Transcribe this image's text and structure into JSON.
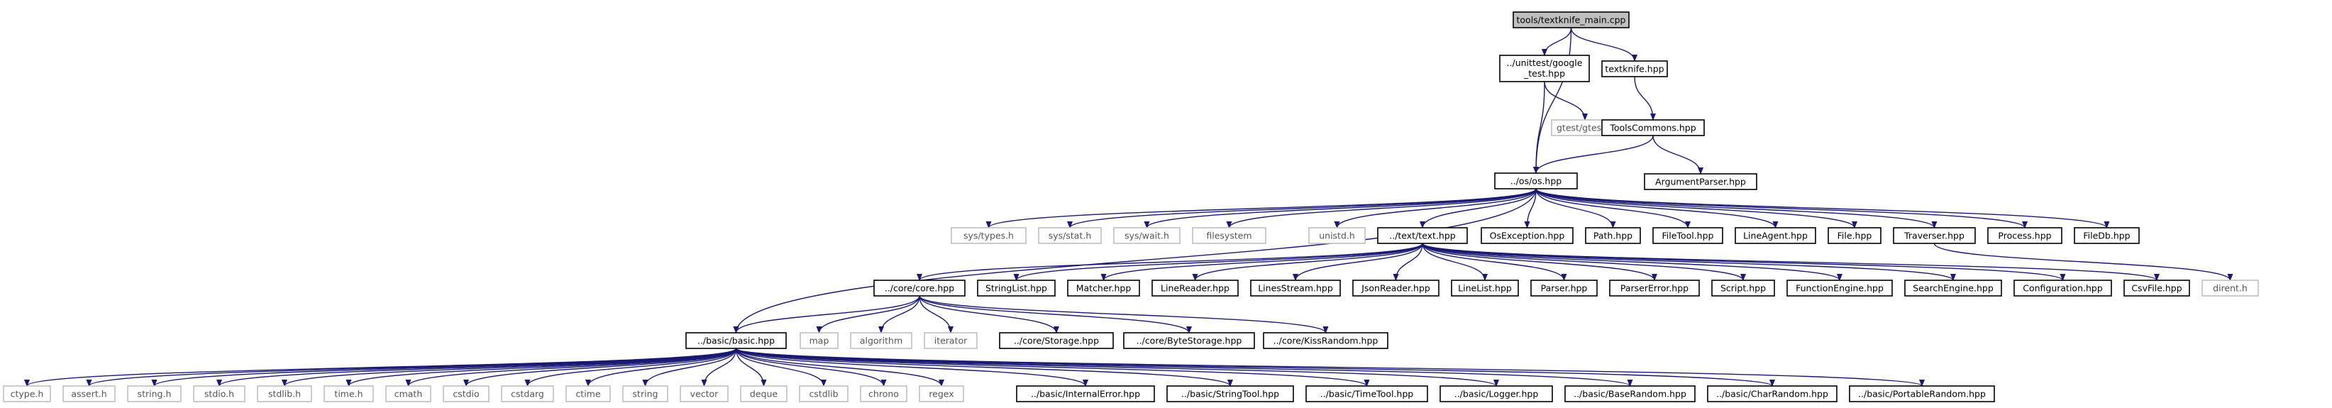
{
  "styles": {
    "root_fill": "#bfbfbf",
    "doc_fill": "#ffffff",
    "doc_stroke": "#000000",
    "ext_stroke": "#bfbfbf",
    "ext_text": "#555555",
    "edge_color": "#191970"
  },
  "nodes": [
    {
      "id": "main",
      "label": "tools/textknife_main.cpp",
      "kind": "root"
    },
    {
      "id": "gtest_hpp",
      "label": "../unittest/google_test.hpp",
      "kind": "doc"
    },
    {
      "id": "textknife",
      "label": "textknife.hpp",
      "kind": "doc"
    },
    {
      "id": "gtest_h",
      "label": "gtest/gtest.h",
      "kind": "ext"
    },
    {
      "id": "toolscommons",
      "label": "ToolsCommons.hpp",
      "kind": "doc"
    },
    {
      "id": "os",
      "label": "../os/os.hpp",
      "kind": "doc"
    },
    {
      "id": "argparser",
      "label": "ArgumentParser.hpp",
      "kind": "doc"
    },
    {
      "id": "sys_types",
      "label": "sys/types.h",
      "kind": "ext"
    },
    {
      "id": "sys_stat",
      "label": "sys/stat.h",
      "kind": "ext"
    },
    {
      "id": "sys_wait",
      "label": "sys/wait.h",
      "kind": "ext"
    },
    {
      "id": "filesystem",
      "label": "filesystem",
      "kind": "ext"
    },
    {
      "id": "unistd",
      "label": "unistd.h",
      "kind": "ext"
    },
    {
      "id": "text",
      "label": "../text/text.hpp",
      "kind": "doc"
    },
    {
      "id": "osexception",
      "label": "OsException.hpp",
      "kind": "doc"
    },
    {
      "id": "path",
      "label": "Path.hpp",
      "kind": "doc"
    },
    {
      "id": "filetool",
      "label": "FileTool.hpp",
      "kind": "doc"
    },
    {
      "id": "lineagent",
      "label": "LineAgent.hpp",
      "kind": "doc"
    },
    {
      "id": "file",
      "label": "File.hpp",
      "kind": "doc"
    },
    {
      "id": "traverser",
      "label": "Traverser.hpp",
      "kind": "doc"
    },
    {
      "id": "process",
      "label": "Process.hpp",
      "kind": "doc"
    },
    {
      "id": "filedb",
      "label": "FileDb.hpp",
      "kind": "doc"
    },
    {
      "id": "core",
      "label": "../core/core.hpp",
      "kind": "doc"
    },
    {
      "id": "stringlist",
      "label": "StringList.hpp",
      "kind": "doc"
    },
    {
      "id": "matcher",
      "label": "Matcher.hpp",
      "kind": "doc"
    },
    {
      "id": "linereader",
      "label": "LineReader.hpp",
      "kind": "doc"
    },
    {
      "id": "linesstream",
      "label": "LinesStream.hpp",
      "kind": "doc"
    },
    {
      "id": "jsonreader",
      "label": "JsonReader.hpp",
      "kind": "doc"
    },
    {
      "id": "linelist",
      "label": "LineList.hpp",
      "kind": "doc"
    },
    {
      "id": "parser",
      "label": "Parser.hpp",
      "kind": "doc"
    },
    {
      "id": "parsererror",
      "label": "ParserError.hpp",
      "kind": "doc"
    },
    {
      "id": "script",
      "label": "Script.hpp",
      "kind": "doc"
    },
    {
      "id": "functionengine",
      "label": "FunctionEngine.hpp",
      "kind": "doc"
    },
    {
      "id": "searchengine",
      "label": "SearchEngine.hpp",
      "kind": "doc"
    },
    {
      "id": "configuration",
      "label": "Configuration.hpp",
      "kind": "doc"
    },
    {
      "id": "csvfile",
      "label": "CsvFile.hpp",
      "kind": "doc"
    },
    {
      "id": "dirent",
      "label": "dirent.h",
      "kind": "ext"
    },
    {
      "id": "basic",
      "label": "../basic/basic.hpp",
      "kind": "doc"
    },
    {
      "id": "map",
      "label": "map",
      "kind": "ext"
    },
    {
      "id": "algorithm",
      "label": "algorithm",
      "kind": "ext"
    },
    {
      "id": "iterator",
      "label": "iterator",
      "kind": "ext"
    },
    {
      "id": "storage",
      "label": "../core/Storage.hpp",
      "kind": "doc"
    },
    {
      "id": "bytestorage",
      "label": "../core/ByteStorage.hpp",
      "kind": "doc"
    },
    {
      "id": "kissrandom",
      "label": "../core/KissRandom.hpp",
      "kind": "doc"
    },
    {
      "id": "ctype",
      "label": "ctype.h",
      "kind": "ext"
    },
    {
      "id": "assert",
      "label": "assert.h",
      "kind": "ext"
    },
    {
      "id": "string_h",
      "label": "string.h",
      "kind": "ext"
    },
    {
      "id": "stdio",
      "label": "stdio.h",
      "kind": "ext"
    },
    {
      "id": "stdlib",
      "label": "stdlib.h",
      "kind": "ext"
    },
    {
      "id": "time_h",
      "label": "time.h",
      "kind": "ext"
    },
    {
      "id": "cmath",
      "label": "cmath",
      "kind": "ext"
    },
    {
      "id": "cstdio",
      "label": "cstdio",
      "kind": "ext"
    },
    {
      "id": "cstdarg",
      "label": "cstdarg",
      "kind": "ext"
    },
    {
      "id": "ctime",
      "label": "ctime",
      "kind": "ext"
    },
    {
      "id": "string",
      "label": "string",
      "kind": "ext"
    },
    {
      "id": "vector",
      "label": "vector",
      "kind": "ext"
    },
    {
      "id": "deque",
      "label": "deque",
      "kind": "ext"
    },
    {
      "id": "cstdlib",
      "label": "cstdlib",
      "kind": "ext"
    },
    {
      "id": "chrono",
      "label": "chrono",
      "kind": "ext"
    },
    {
      "id": "regex",
      "label": "regex",
      "kind": "ext"
    },
    {
      "id": "internalerror",
      "label": "../basic/InternalError.hpp",
      "kind": "doc"
    },
    {
      "id": "stringtool",
      "label": "../basic/StringTool.hpp",
      "kind": "doc"
    },
    {
      "id": "timetool",
      "label": "../basic/TimeTool.hpp",
      "kind": "doc"
    },
    {
      "id": "logger",
      "label": "../basic/Logger.hpp",
      "kind": "doc"
    },
    {
      "id": "baserandom",
      "label": "../basic/BaseRandom.hpp",
      "kind": "doc"
    },
    {
      "id": "charrandom",
      "label": "../basic/CharRandom.hpp",
      "kind": "doc"
    },
    {
      "id": "portablerandom",
      "label": "../basic/PortableRandom.hpp",
      "kind": "doc"
    }
  ],
  "edges": [
    [
      "main",
      "gtest_hpp"
    ],
    [
      "main",
      "textknife"
    ],
    [
      "main",
      "os"
    ],
    [
      "gtest_hpp",
      "gtest_h"
    ],
    [
      "gtest_hpp",
      "os"
    ],
    [
      "textknife",
      "toolscommons"
    ],
    [
      "toolscommons",
      "os"
    ],
    [
      "toolscommons",
      "argparser"
    ],
    [
      "os",
      "sys_types"
    ],
    [
      "os",
      "sys_stat"
    ],
    [
      "os",
      "sys_wait"
    ],
    [
      "os",
      "filesystem"
    ],
    [
      "os",
      "unistd"
    ],
    [
      "os",
      "text"
    ],
    [
      "os",
      "osexception"
    ],
    [
      "os",
      "path"
    ],
    [
      "os",
      "filetool"
    ],
    [
      "os",
      "lineagent"
    ],
    [
      "os",
      "file"
    ],
    [
      "os",
      "traverser"
    ],
    [
      "os",
      "process"
    ],
    [
      "os",
      "filedb"
    ],
    [
      "os",
      "basic"
    ],
    [
      "text",
      "core"
    ],
    [
      "text",
      "stringlist"
    ],
    [
      "text",
      "matcher"
    ],
    [
      "text",
      "linereader"
    ],
    [
      "text",
      "linesstream"
    ],
    [
      "text",
      "jsonreader"
    ],
    [
      "text",
      "linelist"
    ],
    [
      "text",
      "parser"
    ],
    [
      "text",
      "parsererror"
    ],
    [
      "text",
      "script"
    ],
    [
      "text",
      "functionengine"
    ],
    [
      "text",
      "searchengine"
    ],
    [
      "text",
      "configuration"
    ],
    [
      "text",
      "csvfile"
    ],
    [
      "traverser",
      "dirent"
    ],
    [
      "core",
      "basic"
    ],
    [
      "core",
      "map"
    ],
    [
      "core",
      "algorithm"
    ],
    [
      "core",
      "iterator"
    ],
    [
      "core",
      "storage"
    ],
    [
      "core",
      "bytestorage"
    ],
    [
      "core",
      "kissrandom"
    ],
    [
      "basic",
      "ctype"
    ],
    [
      "basic",
      "assert"
    ],
    [
      "basic",
      "string_h"
    ],
    [
      "basic",
      "stdio"
    ],
    [
      "basic",
      "stdlib"
    ],
    [
      "basic",
      "time_h"
    ],
    [
      "basic",
      "cmath"
    ],
    [
      "basic",
      "cstdio"
    ],
    [
      "basic",
      "cstdarg"
    ],
    [
      "basic",
      "ctime"
    ],
    [
      "basic",
      "string"
    ],
    [
      "basic",
      "vector"
    ],
    [
      "basic",
      "deque"
    ],
    [
      "basic",
      "cstdlib"
    ],
    [
      "basic",
      "chrono"
    ],
    [
      "basic",
      "regex"
    ],
    [
      "basic",
      "internalerror"
    ],
    [
      "basic",
      "stringtool"
    ],
    [
      "basic",
      "timetool"
    ],
    [
      "basic",
      "logger"
    ],
    [
      "basic",
      "baserandom"
    ],
    [
      "basic",
      "charrandom"
    ],
    [
      "basic",
      "portablerandom"
    ]
  ]
}
